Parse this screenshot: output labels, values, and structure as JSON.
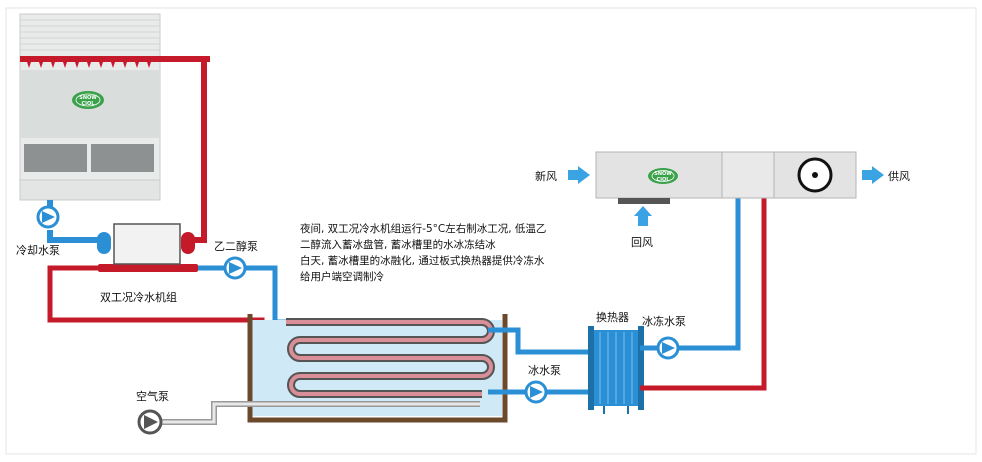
{
  "labels": {
    "cooling_pump": "冷却水泵",
    "dual_chiller": "双工况冷水机组",
    "glycol_pump": "乙二醇泵",
    "air_pump": "空气泵",
    "ice_water_pump": "冰水泵",
    "heat_exchanger": "换热器",
    "chilled_pump": "冰冻水泵",
    "fresh_air": "新风",
    "return_air": "回风",
    "supply_air": "供风"
  },
  "note": {
    "line1": "夜间, 双工况冷水机组运行-5°C左右制冰工况, 低温乙",
    "line2": "二醇流入蓄冰盘管, 蓄冰槽里的水冰冻结冰",
    "line3": "白天, 蓄冰槽里的冰融化, 通过板式换热器提供冷冻水",
    "line4": "给用户端空调制冷"
  },
  "logo": {
    "line1": "SNOW",
    "line2": "CIOL"
  },
  "colors": {
    "hot_pipe": "#c41a2a",
    "cold_pipe": "#2a8fd4",
    "air_pipe": "#c8c8c8",
    "tank_wall": "#6b4a2b",
    "tank_water": "#cfe9f6",
    "arrow": "#3aa3e3",
    "logo": "#3aa24a"
  }
}
